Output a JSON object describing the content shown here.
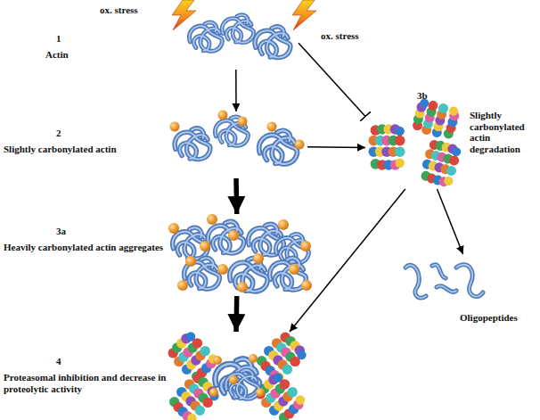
{
  "diagram": {
    "nodes": [
      {
        "text": [
          "1",
          "Actin"
        ]
      },
      {
        "text": [
          "2",
          "Slightly carbonylated actin"
        ]
      },
      {
        "text": [
          "3b",
          "Slightly carbonylated actin degradation"
        ]
      },
      {
        "text": [
          "3a",
          "Heavily carbonylated actin aggregates"
        ]
      },
      {
        "text": [
          "Oligopeptides"
        ]
      },
      {
        "text": [
          "4",
          "Proteasomal inhibition and decrease in proteolytic activity"
        ]
      }
    ],
    "edges": [
      {
        "from": 0,
        "to": 1,
        "arrow": "to"
      },
      {
        "from": 0,
        "to": 2,
        "arrow": "to"
      },
      {
        "from": 1,
        "to": 2,
        "arrow": "to"
      },
      {
        "from": 1,
        "to": 3,
        "arrow": "to"
      },
      {
        "from": 3,
        "to": 5,
        "arrow": "to"
      },
      {
        "from": 2,
        "to": 4,
        "arrow": "to"
      },
      {
        "from": 2,
        "to": 5,
        "arrow": "to"
      }
    ],
    "labels": [
      "ox. stress",
      "ox. stress"
    ]
  }
}
